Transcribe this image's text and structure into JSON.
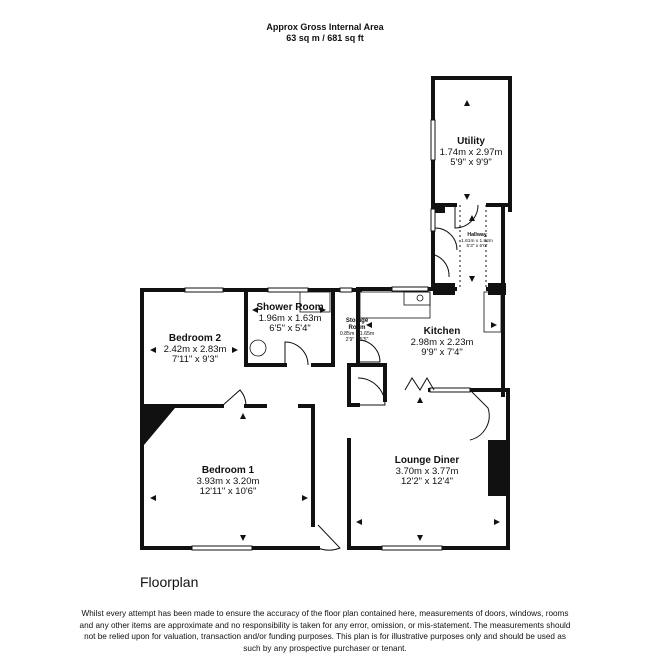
{
  "header": {
    "line1": "Approx Gross Internal Area",
    "line2": "63 sq m / 681 sq ft"
  },
  "plan_title": "Floorplan",
  "rooms": {
    "utility": {
      "name": "Utility",
      "metric": "1.74m x 2.97m",
      "imperial": "5'9\" x 9'9\""
    },
    "hallway": {
      "name": "Hallway",
      "metric": "1.61m x 1.82m",
      "imperial": "5'3\" x 6'0\""
    },
    "shower": {
      "name": "Shower Room",
      "metric": "1.96m x 1.63m",
      "imperial": "6'5\" x 5'4\""
    },
    "storage": {
      "name": "Storage Room",
      "metric": "0.85m x 1.65m",
      "imperial": "2'9\" x 5'5\""
    },
    "kitchen": {
      "name": "Kitchen",
      "metric": "2.98m x 2.23m",
      "imperial": "9'9\" x 7'4\""
    },
    "bedroom2": {
      "name": "Bedroom 2",
      "metric": "2.42m x 2.83m",
      "imperial": "7'11\" x 9'3\""
    },
    "bedroom1": {
      "name": "Bedroom 1",
      "metric": "3.93m x 3.20m",
      "imperial": "12'11\" x 10'6\""
    },
    "lounge": {
      "name": "Lounge Diner",
      "metric": "3.70m x 3.77m",
      "imperial": "12'2\" x 12'4\""
    }
  },
  "disclaimer": "Whilst every attempt has been made to ensure the accuracy of the floor plan contained here, measurements of doors, windows, rooms and any other items are approximate and no responsibility is taken for any error, omission, or mis-statement. The measurements should not be relied upon for valuation, transaction and/or funding purposes. This plan is for illustrative purposes only and should be used as such by any prospective purchaser or tenant."
}
